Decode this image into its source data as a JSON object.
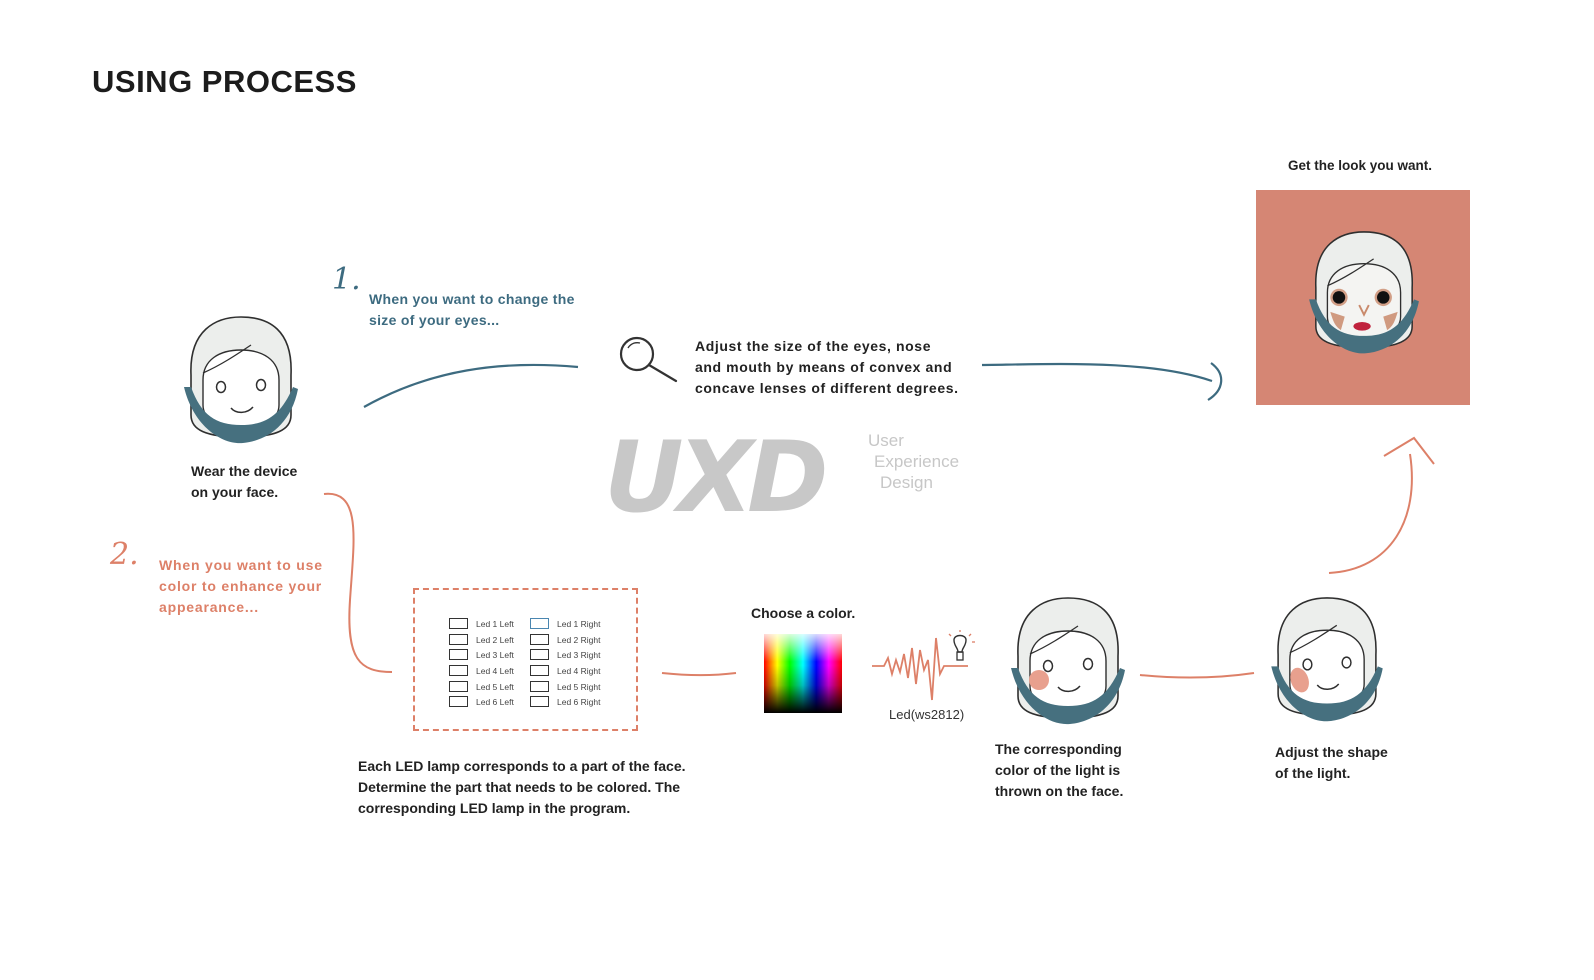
{
  "title": "USING PROCESS",
  "wear": {
    "line1": "Wear the device",
    "line2": "on your face."
  },
  "step1": {
    "number": "1.",
    "text_line1": "When you want to change the",
    "text_line2": "size of your eyes...",
    "adjust_line1": "Adjust the size of the eyes, nose",
    "adjust_line2": "and mouth by means of convex and",
    "adjust_line3": "concave lenses of different degrees."
  },
  "step2": {
    "number": "2.",
    "text_line1": "When you want to use",
    "text_line2": "color to enhance your",
    "text_line3": "appearance..."
  },
  "result": {
    "caption": "Get the look you want."
  },
  "led_panel": {
    "left": [
      "Led 1 Left",
      "Led 2 Left",
      "Led 3 Left",
      "Led 4 Left",
      "Led 5 Left",
      "Led 6 Left"
    ],
    "right": [
      "Led 1 Right",
      "Led 2 Right",
      "Led 3 Right",
      "Led 4 Right",
      "Led 5 Right",
      "Led 6 Right"
    ],
    "selected": "Led 1 Right",
    "caption_line1": "Each LED lamp corresponds to a part of the face.",
    "caption_line2": "Determine the part that needs to be colored. The",
    "caption_line3": "corresponding LED lamp in the program."
  },
  "color": {
    "caption": "Choose a color."
  },
  "led_device": {
    "label": "Led(ws2812)"
  },
  "thrown": {
    "line1": "The corresponding",
    "line2": "color of the light is",
    "line3": "thrown on the face."
  },
  "shape": {
    "line1": "Adjust the shape",
    "line2": "of the light."
  },
  "watermark": {
    "letters": "UXD",
    "line1": "User",
    "line2": "Experience",
    "line3": "Design"
  },
  "colors": {
    "blue": "#3d6b80",
    "coral": "#dd8068",
    "panel": "#d58674",
    "scarf": "#46707f",
    "hair": "#eceeec"
  },
  "icons": [
    "magnifier-icon",
    "bulb-icon",
    "waveform-icon"
  ]
}
